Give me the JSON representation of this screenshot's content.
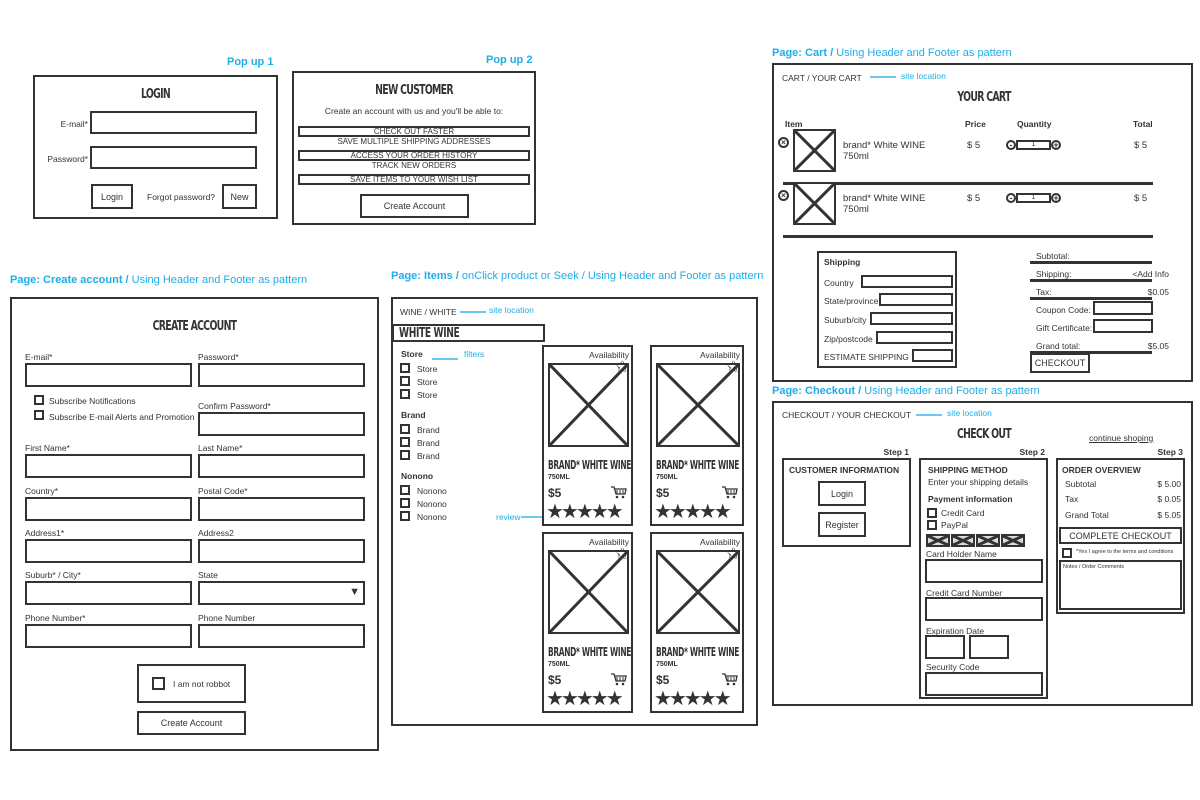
{
  "colors": {
    "annotation": "#1daeea",
    "ink": "#333333"
  },
  "popup1": {
    "label": "Pop up 1",
    "title": "LOGIN",
    "email_label": "E-mail*",
    "password_label": "Password*",
    "login_button": "Login",
    "forgot_link": "Forgot password?",
    "new_button": "New"
  },
  "popup2": {
    "label": "Pop up 2",
    "title": "NEW CUSTOMER",
    "intro": "Create an account with us and you'll be able to:",
    "benefits": [
      "CHECK OUT FASTER",
      "SAVE MULTIPLE SHIPPING ADDRESSES",
      "ACCESS YOUR ORDER HISTORY",
      "TRACK NEW ORDERS",
      "SAVE ITEMS TO YOUR WISH LIST"
    ],
    "create_button": "Create Account"
  },
  "create_account": {
    "label_bold": "Page: Create account /",
    "label_rest": " Using Header and Footer as pattern",
    "title": "CREATE ACCOUNT",
    "email": "E-mail*",
    "password": "Password*",
    "subscribe_notifications": "Subscribe Notifications",
    "subscribe_alerts": "Subscribe E-mail Alerts and Promotion",
    "confirm_password": "Confirm Password*",
    "first_name": "First Name*",
    "last_name": "Last Name*",
    "country": "Country*",
    "postal_code": "Postal Code*",
    "address1": "Address1*",
    "address2": "Address2",
    "suburb": "Suburb* / City*",
    "state": "State",
    "phone1": "Phone Number*",
    "phone2": "Phone Number",
    "robot": "I am not robbot",
    "create_button": "Create Account"
  },
  "items": {
    "label_bold": "Page: Items /",
    "label_rest": " onClick product or Seek / Using Header and Footer as pattern",
    "breadcrumb": "WINE / WHITE",
    "site_location": "site location",
    "title": "WHITE WINE",
    "filters_note": "filters",
    "review_note": "review",
    "filter_groups": [
      {
        "heading": "Store",
        "options": [
          "Store",
          "Store",
          "Store"
        ]
      },
      {
        "heading": "Brand",
        "options": [
          "Brand",
          "Brand",
          "Brand"
        ]
      },
      {
        "heading": "Nonono",
        "options": [
          "Nonono",
          "Nonono",
          "Nonono"
        ]
      }
    ],
    "products": [
      {
        "availability": "Availability",
        "name": "BRAND* WHITE WINE",
        "size": "750ML",
        "price": "$5",
        "rating": 5
      },
      {
        "availability": "Availability",
        "name": "BRAND* WHITE WINE",
        "size": "750ML",
        "price": "$5",
        "rating": 5
      },
      {
        "availability": "Availability",
        "name": "BRAND* WHITE WINE",
        "size": "750ML",
        "price": "$5",
        "rating": 5
      },
      {
        "availability": "Availability",
        "name": "BRAND* WHITE WINE",
        "size": "750ML",
        "price": "$5",
        "rating": 5
      }
    ]
  },
  "cart": {
    "label_bold": "Page: Cart /",
    "label_rest": "  Using Header and Footer as pattern",
    "breadcrumb": "CART / YOUR CART",
    "site_location": "site location",
    "title": "YOUR CART",
    "headers": {
      "item": "Item",
      "price": "Price",
      "quantity": "Quantity",
      "total": "Total"
    },
    "rows": [
      {
        "name": "brand* White WINE",
        "size": "750ml",
        "price": "$ 5",
        "qty": "1",
        "total": "$ 5"
      },
      {
        "name": "brand* White WINE",
        "size": "750ml",
        "price": "$ 5",
        "qty": "1",
        "total": "$ 5"
      }
    ],
    "shipping": {
      "title": "Shipping",
      "country": "Country",
      "state": "State/province",
      "suburb": "Suburb/city",
      "zip": "Zip/postcode",
      "estimate": "ESTIMATE SHIPPING"
    },
    "summary": {
      "subtotal": "Subtotal:",
      "shipping": "Shipping:",
      "shipping_value": "<Add Info",
      "tax": "Tax:",
      "tax_value": "$0.05",
      "coupon": "Coupon Code:",
      "gift": "Gift Certificate:",
      "grand": "Grand total:",
      "grand_value": "$5.05"
    },
    "checkout_button": "CHECKOUT"
  },
  "checkout": {
    "label_bold": "Page: Checkout /",
    "label_rest": "  Using Header and Footer as pattern",
    "breadcrumb": "CHECKOUT / YOUR CHECKOUT",
    "site_location": "site location",
    "title": "CHECK OUT",
    "continue": "continue shoping",
    "step1": "Step 1",
    "step2": "Step 2",
    "step3": "Step 3",
    "customer": {
      "title": "CUSTOMER INFORMATION",
      "login": "Login",
      "register": "Register"
    },
    "shipping": {
      "title": "SHIPPING METHOD",
      "subtitle": "Enter your shipping details",
      "payment": "Payment information",
      "credit": "Credit Card",
      "paypal": "PayPal",
      "holder": "Card Holder Name",
      "number": "Credit Card Number",
      "expiration": "Expiration Date",
      "security": "Security Code"
    },
    "overview": {
      "title": "ORDER OVERVIEW",
      "subtotal": "Subtotal",
      "subtotal_value": "$ 5.00",
      "tax": "Tax",
      "tax_value": "$ 0.05",
      "grand": "Grand Total",
      "grand_value": "$ 5.05",
      "complete": "COMPLETE CHECKOUT",
      "agree": "*Yes I agree to the terms and conditions",
      "notes": "Notes / Order Comments"
    }
  }
}
